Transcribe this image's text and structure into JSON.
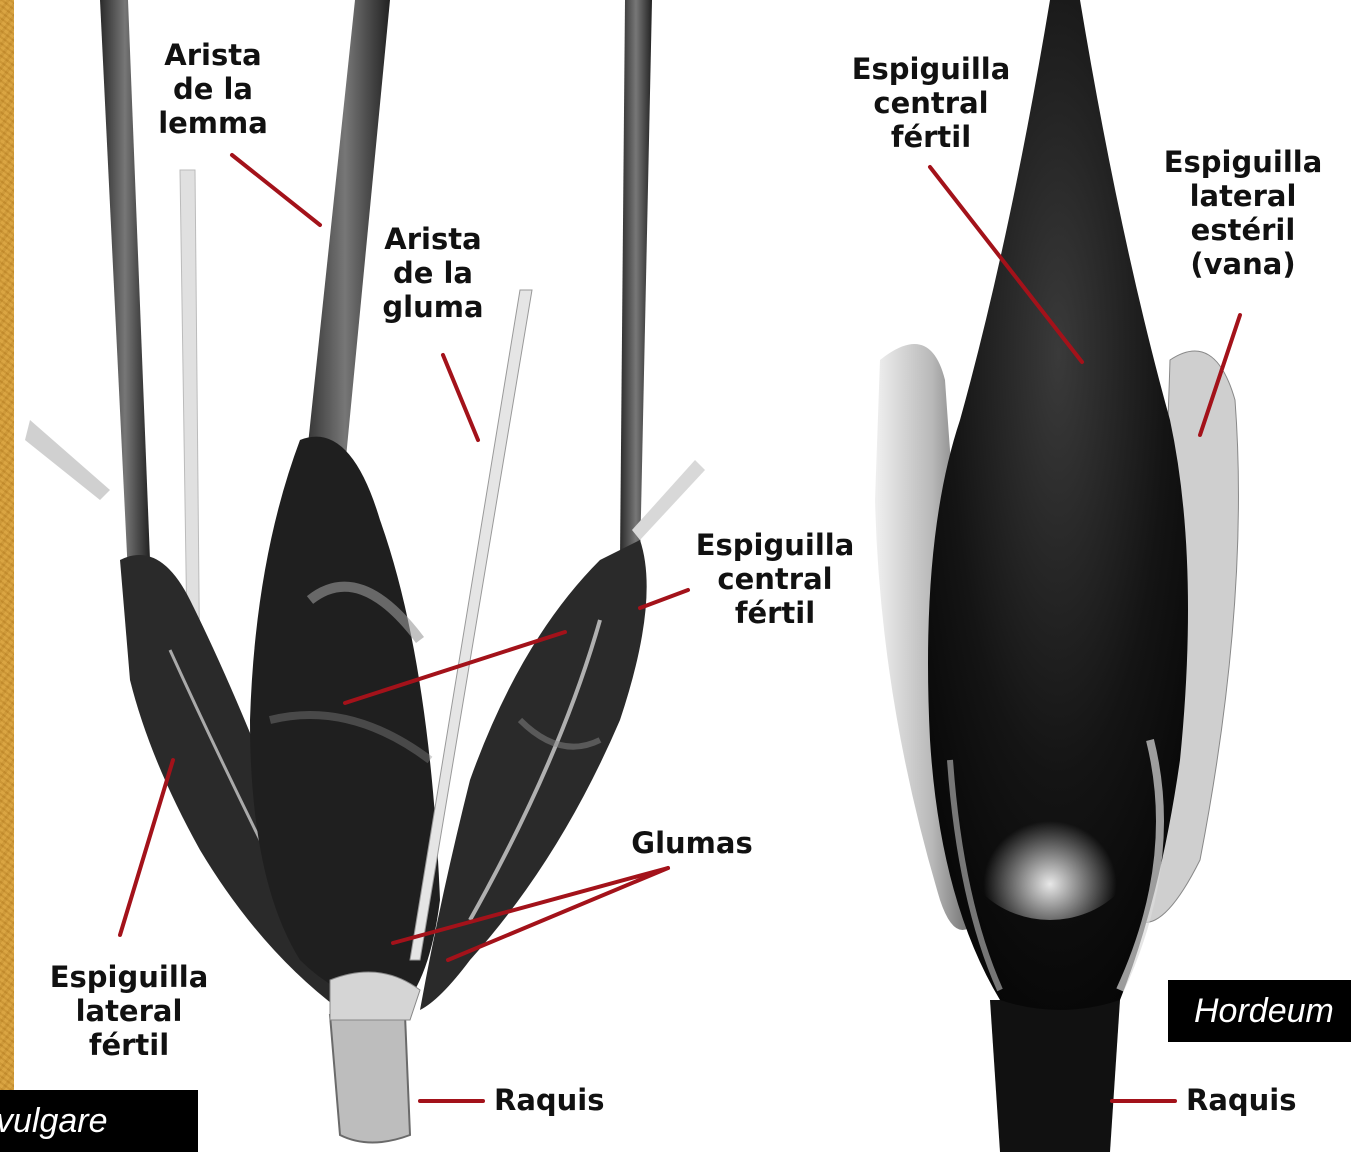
{
  "labels": {
    "arista_lemma": [
      "Arista",
      "de la",
      "lemma"
    ],
    "arista_gluma": [
      "Arista",
      "de la",
      "gluma"
    ],
    "espiguilla_central_left": [
      "Espiguilla",
      "central",
      "fértil"
    ],
    "glumas": "Glumas",
    "espiguilla_lateral_fertil": [
      "Espiguilla",
      "lateral",
      "fértil"
    ],
    "raquis_left": "Raquis",
    "espiguilla_central_right": [
      "Espiguilla",
      "central",
      "fértil"
    ],
    "espiguilla_lateral_esteril": [
      "Espiguilla",
      "lateral",
      "estéril",
      "(vana)"
    ],
    "raquis_right": "Raquis"
  },
  "species": {
    "left": "vulgare",
    "right": "Hordeum"
  },
  "colors": {
    "leader_line": "#a3121a",
    "label_text": "#111111",
    "frame": "#d39a34",
    "species_bg": "#000000"
  }
}
